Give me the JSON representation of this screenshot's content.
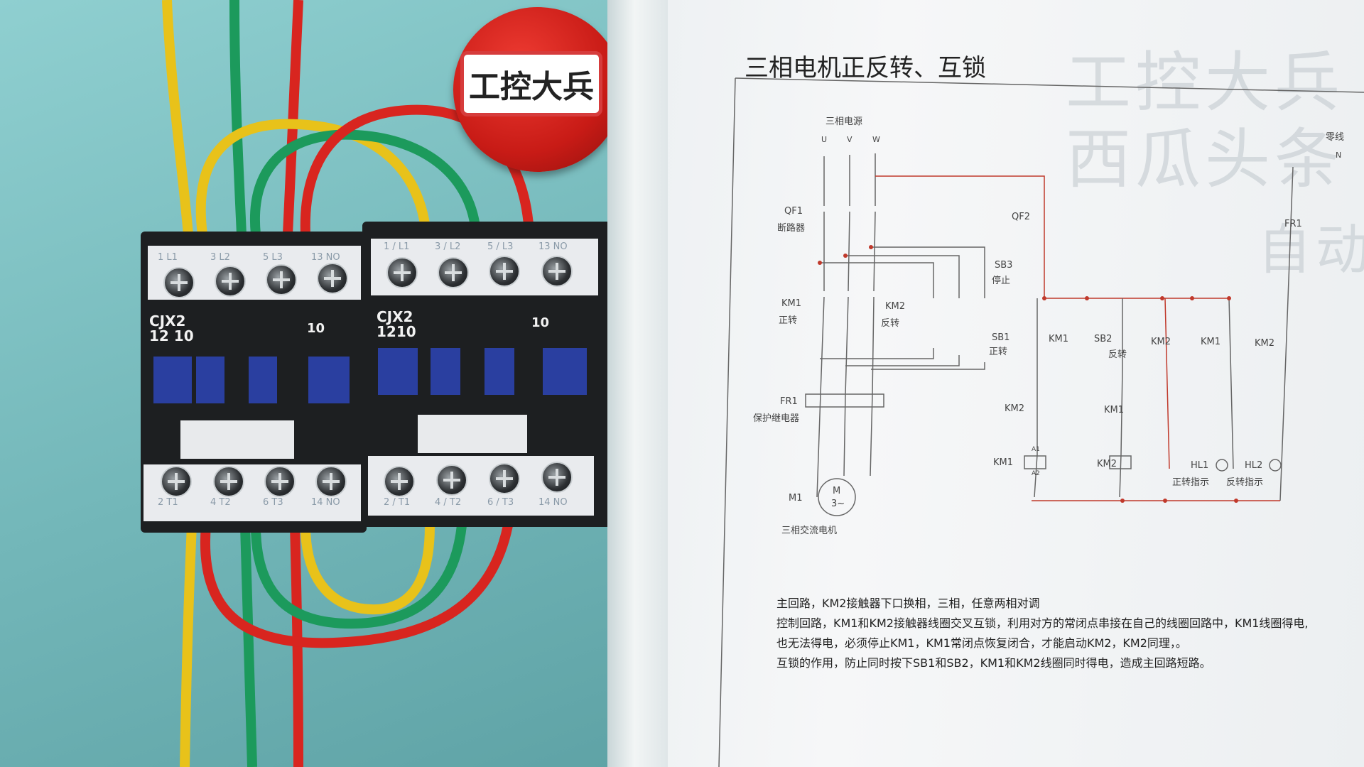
{
  "estop": {
    "label": "工控大兵"
  },
  "contactor_left": {
    "model_line1": "CJX2",
    "model_line2": "12 10",
    "aux_block": "10",
    "top_terminals": [
      "1  L1",
      "3  L2",
      "5  L3",
      "13 NO"
    ],
    "bottom_terminals": [
      "2  T1",
      "4  T2",
      "6  T3",
      "14 NO"
    ]
  },
  "contactor_right": {
    "model_line1": "CJX2",
    "model_line2": "1210",
    "aux_block": "10",
    "top_terminals": [
      "1 / L1",
      "3 / L2",
      "5 / L3",
      "13 NO"
    ],
    "bottom_terminals": [
      "2 / T1",
      "4 / T2",
      "6 / T3",
      "14 NO"
    ]
  },
  "diagram": {
    "title": "三相电机正反转、互锁",
    "watermark_line1": "工控大兵",
    "watermark_line2": "西瓜头条",
    "watermark_line3": "自动化",
    "power_label": "三相电源",
    "phases": [
      "U",
      "V",
      "W"
    ],
    "neutral_label": "零线",
    "neutral_letter": "N",
    "qf1": "QF1",
    "qf1_name": "断路器",
    "qf2": "QF2",
    "km1": "KM1",
    "km1_name": "正转",
    "km2": "KM2",
    "km2_name": "反转",
    "fr1": "FR1",
    "fr1_name": "保护继电器",
    "motor": "M1",
    "motor_symbol": "M",
    "motor_sub": "3~",
    "motor_name": "三相交流电机",
    "sb3": "SB3",
    "sb3_name": "停止",
    "sb1": "SB1",
    "sb1_name": "正转",
    "sb2": "SB2",
    "sb2_name": "反转",
    "hl1": "HL1",
    "hl1_name": "正转指示",
    "hl2": "HL2",
    "hl2_name": "反转指示",
    "a1": "A1",
    "a2": "A2"
  },
  "notes": [
    "主回路，KM2接触器下口换相，三相，任意两相对调",
    "控制回路，KM1和KM2接触器线圈交叉互锁，利用对方的常闭点串接在自己的线圈回路中，KM1线圈得电,",
    "也无法得电，必须停止KM1，KM1常闭点恢复闭合，才能启动KM2，KM2同理，。",
    "互锁的作用，防止同时按下SB1和SB2，KM1和KM2线圈同时得电，造成主回路短路。"
  ]
}
